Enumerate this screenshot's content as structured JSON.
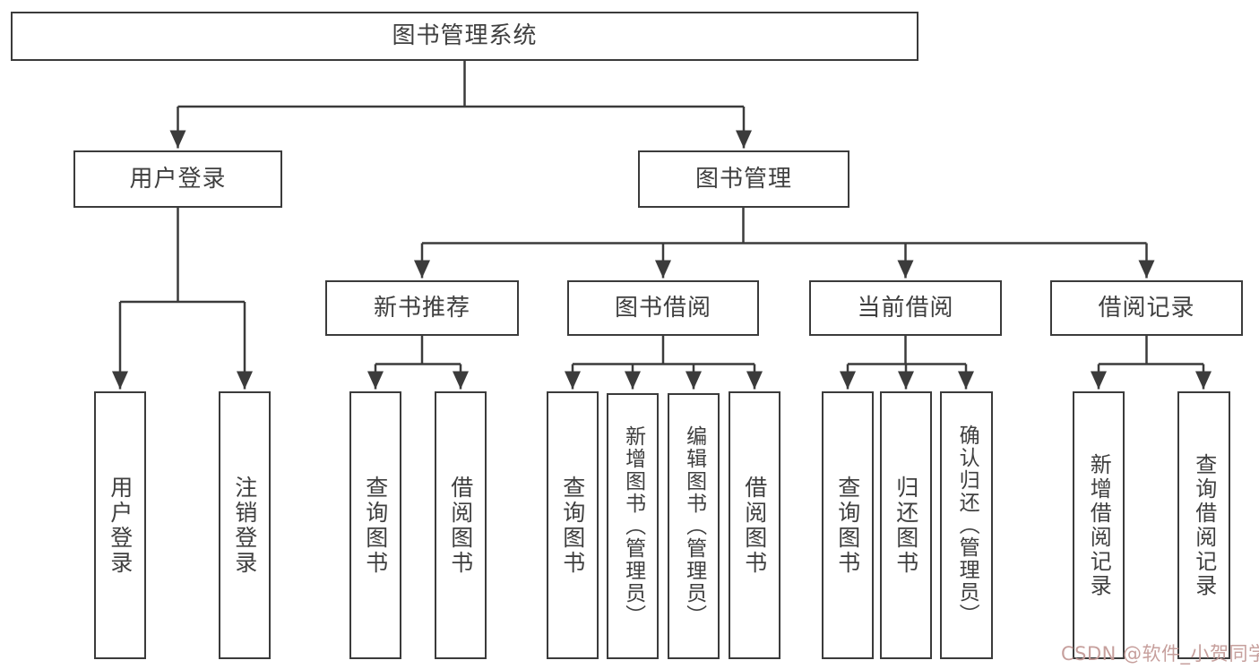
{
  "tree": {
    "root": {
      "label": "图书管理系统"
    },
    "branches": [
      {
        "label": "用户登录",
        "children": [
          {
            "label": "用户登录"
          },
          {
            "label": "注销登录"
          }
        ]
      },
      {
        "label": "图书管理",
        "children": [
          {
            "label": "新书推荐",
            "children": [
              {
                "label": "查询图书"
              },
              {
                "label": "借阅图书"
              }
            ]
          },
          {
            "label": "图书借阅",
            "children": [
              {
                "label": "查询图书"
              },
              {
                "label": "新增图书（管理员）"
              },
              {
                "label": "编辑图书（管理员）"
              },
              {
                "label": "借阅图书"
              }
            ]
          },
          {
            "label": "当前借阅",
            "children": [
              {
                "label": "查询图书"
              },
              {
                "label": "归还图书"
              },
              {
                "label": "确认归还（管理员）"
              }
            ]
          },
          {
            "label": "借阅记录",
            "children": [
              {
                "label": "新增借阅记录"
              },
              {
                "label": "查询借阅记录"
              }
            ]
          }
        ]
      }
    ]
  },
  "watermark": {
    "text": "CSDN @软件_小贺同学"
  },
  "colors": {
    "line": "#3b3b3b",
    "box_border": "#3b3b3b",
    "text": "#3f3f3f",
    "watermark": "#c49a97",
    "background": "#ffffff"
  }
}
